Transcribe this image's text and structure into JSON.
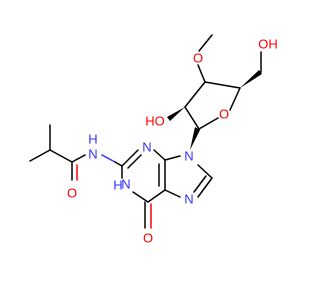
{
  "colors": {
    "carbon": "#000000",
    "nitrogen": "#3333ff",
    "oxygen": "#ff0000",
    "background": "#ffffff"
  },
  "atoms": {
    "n_amide": {
      "text": "N",
      "color": "#3333ff"
    },
    "h_amide": {
      "text": "H",
      "color": "#3333ff"
    },
    "o_amide": {
      "text": "O",
      "color": "#ff0000"
    },
    "n3": {
      "text": "N",
      "color": "#3333ff"
    },
    "n1": {
      "text": "N",
      "color": "#3333ff"
    },
    "h_n1": {
      "text": "H",
      "color": "#3333ff"
    },
    "o6": {
      "text": "O",
      "color": "#ff0000"
    },
    "n7": {
      "text": "N",
      "color": "#3333ff"
    },
    "n9": {
      "text": "N",
      "color": "#3333ff"
    },
    "o_ring": {
      "text": "O",
      "color": "#ff0000"
    },
    "ho2": {
      "text": "HO",
      "color": "#ff0000"
    },
    "o_methoxy": {
      "text": "O",
      "color": "#ff0000"
    },
    "oh5": {
      "text": "OH",
      "color": "#ff0000"
    }
  }
}
